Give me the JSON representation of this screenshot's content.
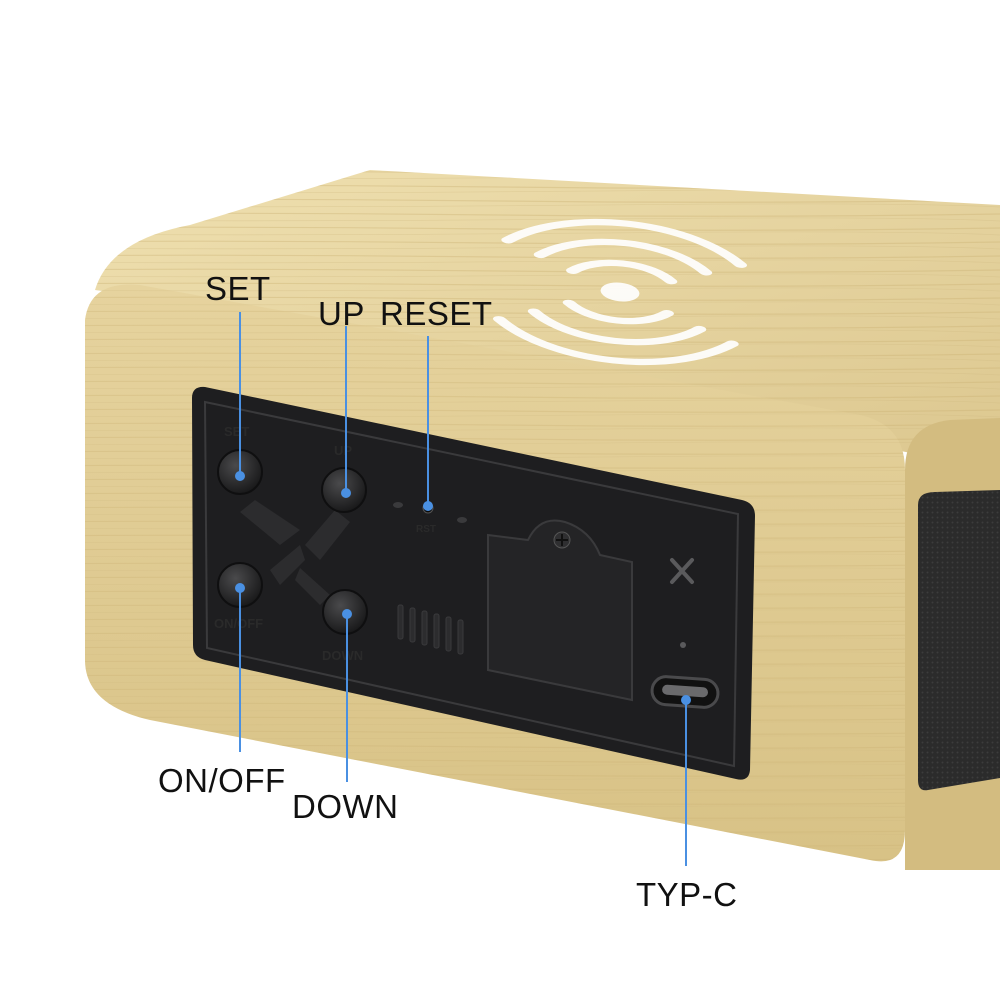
{
  "callouts": {
    "set": "SET",
    "up": "UP",
    "reset": "RESET",
    "on_off": "ON/OFF",
    "down": "DOWN",
    "typ_c": "TYP-C"
  },
  "panel_labels": {
    "set": "SET",
    "up": "UP",
    "rst": "RST",
    "on_off": "ON/OFF",
    "down": "DOWN"
  },
  "colors": {
    "wood": "#e2cf98",
    "panel": "#1e1e20",
    "leader_line": "#4a90e2",
    "speaker_grille": "#2b2b2b"
  },
  "icons": [
    "wireless-charging-icon",
    "screw-icon",
    "x-mark-icon",
    "usb-c-port"
  ]
}
